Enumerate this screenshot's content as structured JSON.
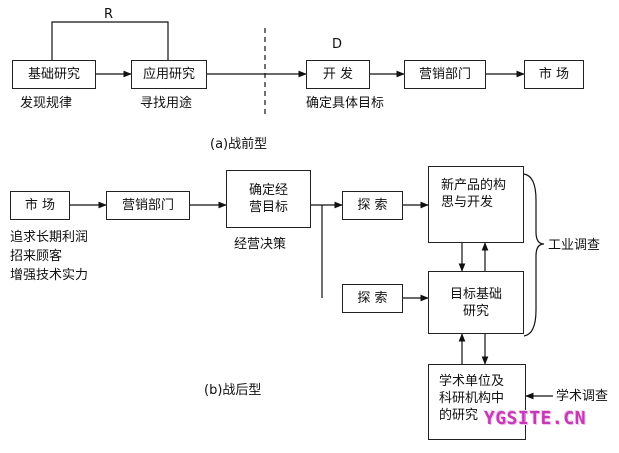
{
  "top": {
    "boxes": {
      "basic_research": "基础研究",
      "applied_research": "应用研究",
      "development": "开 发",
      "marketing": "营销部门",
      "market": "市 场"
    },
    "labels": {
      "R": "R",
      "D": "D",
      "discover_laws": "发现规律",
      "find_uses": "寻找用途",
      "set_targets": "确定具体目标"
    },
    "caption": "(a)战前型"
  },
  "bottom": {
    "boxes": {
      "market": "市 场",
      "marketing": "营销部门",
      "business_goal": "确定经\n营目标",
      "explore_1": "探 索",
      "explore_2": "探 索",
      "new_product": "新产品的构\n思与开发",
      "target_basic": "目标基础\n研究",
      "academic": "学术单位及\n科研机构中\n的研究"
    },
    "labels": {
      "market_goals": "追求长期利润\n招来顾客\n增强技术实力",
      "business_decision": "经营决策",
      "industrial_survey": "工业调查",
      "academic_survey": "学术调查"
    },
    "caption": "(b)战后型"
  },
  "watermark": "YGSITE.CN"
}
